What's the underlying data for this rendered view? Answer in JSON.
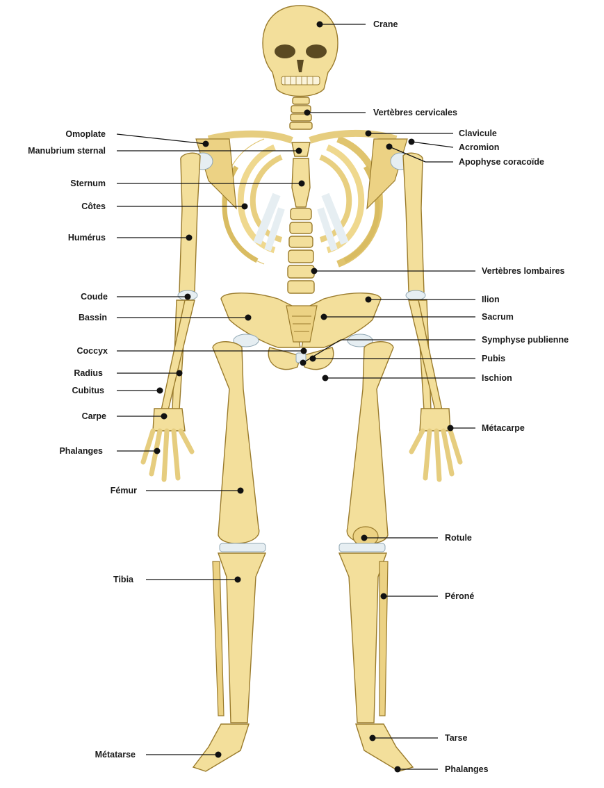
{
  "labels_left": [
    {
      "key": "omoplate",
      "text": "Omoplate"
    },
    {
      "key": "manubrium",
      "text": "Manubrium sternal"
    },
    {
      "key": "sternum",
      "text": "Sternum"
    },
    {
      "key": "cotes",
      "text": "Côtes"
    },
    {
      "key": "humerus",
      "text": "Humérus"
    },
    {
      "key": "coude",
      "text": "Coude"
    },
    {
      "key": "bassin",
      "text": "Bassin"
    },
    {
      "key": "coccyx",
      "text": "Coccyx"
    },
    {
      "key": "radius",
      "text": "Radius"
    },
    {
      "key": "cubitus",
      "text": "Cubitus"
    },
    {
      "key": "carpe",
      "text": "Carpe"
    },
    {
      "key": "phalanges_main",
      "text": "Phalanges"
    },
    {
      "key": "femur",
      "text": "Fémur"
    },
    {
      "key": "tibia",
      "text": "Tibia"
    },
    {
      "key": "metatarse",
      "text": "Métatarse"
    }
  ],
  "labels_right": [
    {
      "key": "crane",
      "text": "Crane"
    },
    {
      "key": "vertebres_cervicales",
      "text": "Vertèbres cervicales"
    },
    {
      "key": "clavicule",
      "text": "Clavicule"
    },
    {
      "key": "acromion",
      "text": "Acromion"
    },
    {
      "key": "apophyse",
      "text": "Apophyse coracoïde"
    },
    {
      "key": "vertebres_lombaires",
      "text": "Vertèbres lombaires"
    },
    {
      "key": "ilion",
      "text": "Ilion"
    },
    {
      "key": "sacrum",
      "text": "Sacrum"
    },
    {
      "key": "symphyse",
      "text": "Symphyse publienne"
    },
    {
      "key": "pubis",
      "text": "Pubis"
    },
    {
      "key": "ischion",
      "text": "Ischion"
    },
    {
      "key": "metacarpe",
      "text": "Métacarpe"
    },
    {
      "key": "rotule",
      "text": "Rotule"
    },
    {
      "key": "perone",
      "text": "Péroné"
    },
    {
      "key": "tarse",
      "text": "Tarse"
    },
    {
      "key": "phalanges_pied",
      "text": "Phalanges"
    }
  ],
  "colors": {
    "bone": "#f3df9b",
    "outline": "#9a7b2c",
    "cartilage": "#e6eef2",
    "leader": "#111111"
  }
}
